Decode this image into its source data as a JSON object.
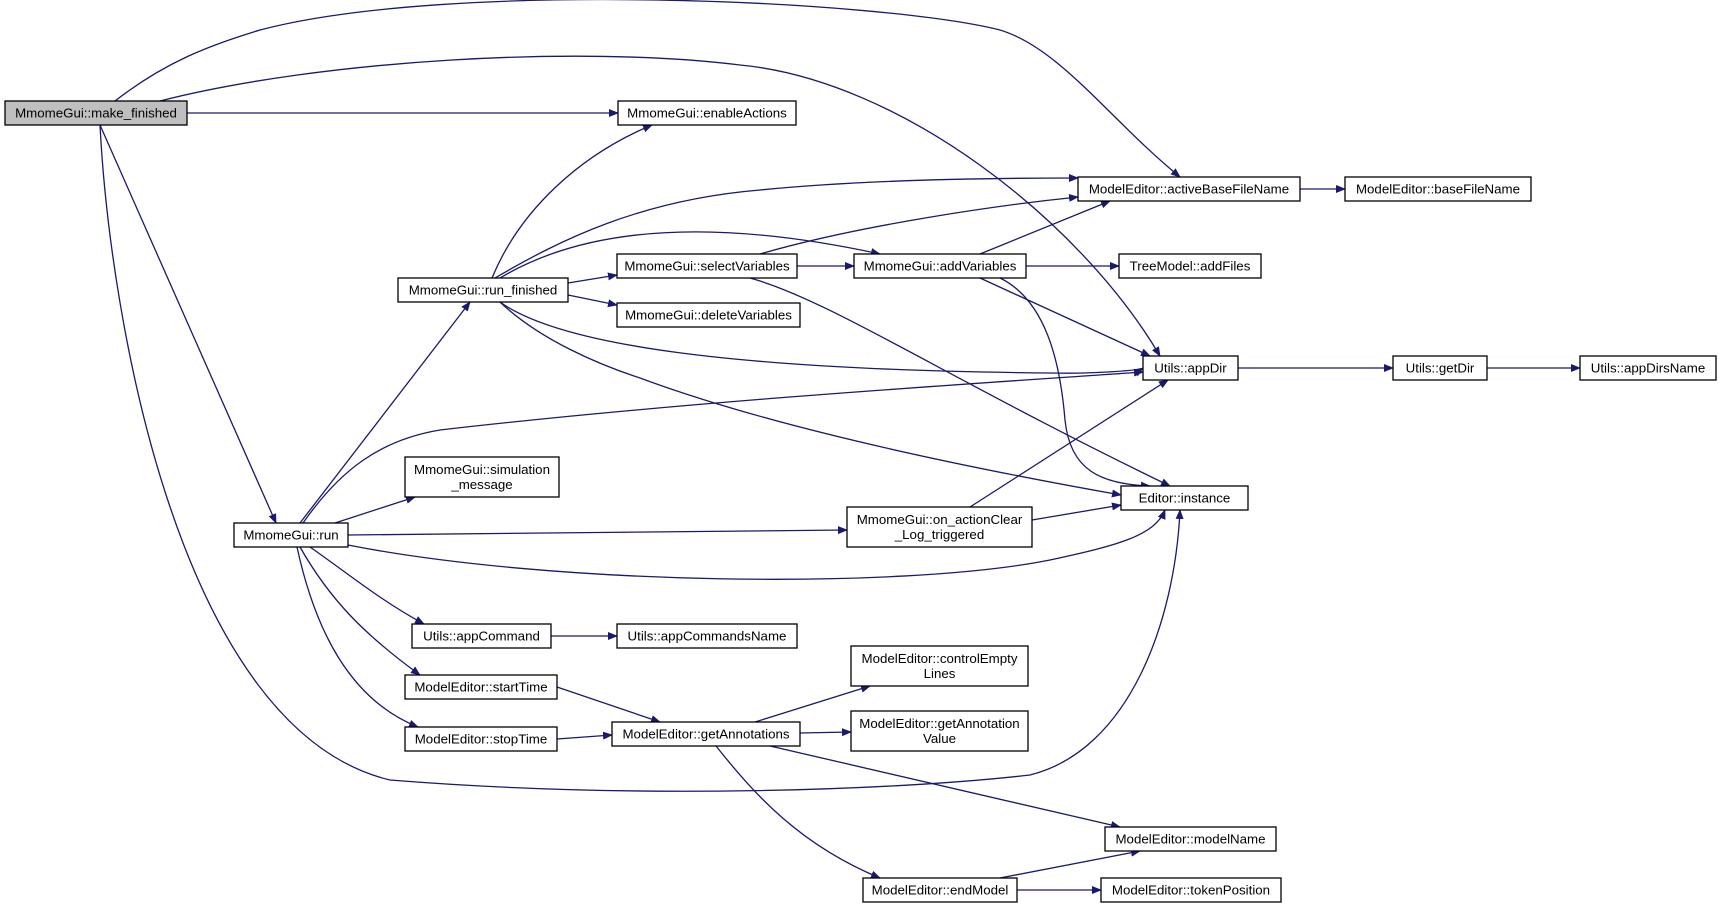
{
  "nodes": [
    {
      "id": "make_finished",
      "lines": [
        "MmomeGui::make_finished"
      ],
      "root": true
    },
    {
      "id": "enableActions",
      "lines": [
        "MmomeGui::enableActions"
      ]
    },
    {
      "id": "activeBaseFileName",
      "lines": [
        "ModelEditor::activeBaseFileName"
      ]
    },
    {
      "id": "baseFileName",
      "lines": [
        "ModelEditor::baseFileName"
      ]
    },
    {
      "id": "run_finished",
      "lines": [
        "MmomeGui::run_finished"
      ]
    },
    {
      "id": "selectVariables",
      "lines": [
        "MmomeGui::selectVariables"
      ]
    },
    {
      "id": "addVariables",
      "lines": [
        "MmomeGui::addVariables"
      ]
    },
    {
      "id": "addFiles",
      "lines": [
        "TreeModel::addFiles"
      ]
    },
    {
      "id": "deleteVariables",
      "lines": [
        "MmomeGui::deleteVariables"
      ]
    },
    {
      "id": "appDir",
      "lines": [
        "Utils::appDir"
      ]
    },
    {
      "id": "getDir",
      "lines": [
        "Utils::getDir"
      ]
    },
    {
      "id": "appDirsName",
      "lines": [
        "Utils::appDirsName"
      ]
    },
    {
      "id": "simulation_message",
      "lines": [
        "MmomeGui::simulation",
        "_message"
      ]
    },
    {
      "id": "instance",
      "lines": [
        "Editor::instance"
      ]
    },
    {
      "id": "run",
      "lines": [
        "MmomeGui::run"
      ]
    },
    {
      "id": "on_actionClear",
      "lines": [
        "MmomeGui::on_actionClear",
        "_Log_triggered"
      ]
    },
    {
      "id": "appCommand",
      "lines": [
        "Utils::appCommand"
      ]
    },
    {
      "id": "appCommandsName",
      "lines": [
        "Utils::appCommandsName"
      ]
    },
    {
      "id": "controlEmptyLines",
      "lines": [
        "ModelEditor::controlEmpty",
        "Lines"
      ]
    },
    {
      "id": "startTime",
      "lines": [
        "ModelEditor::startTime"
      ]
    },
    {
      "id": "getAnnotationValue",
      "lines": [
        "ModelEditor::getAnnotation",
        "Value"
      ]
    },
    {
      "id": "stopTime",
      "lines": [
        "ModelEditor::stopTime"
      ]
    },
    {
      "id": "getAnnotations",
      "lines": [
        "ModelEditor::getAnnotations"
      ]
    },
    {
      "id": "modelName",
      "lines": [
        "ModelEditor::modelName"
      ]
    },
    {
      "id": "endModel",
      "lines": [
        "ModelEditor::endModel"
      ]
    },
    {
      "id": "tokenPosition",
      "lines": [
        "ModelEditor::tokenPosition"
      ]
    }
  ],
  "edges": [
    {
      "from": "make_finished",
      "to": "enableActions"
    },
    {
      "from": "make_finished",
      "to": "activeBaseFileName"
    },
    {
      "from": "make_finished",
      "to": "appDir"
    },
    {
      "from": "make_finished",
      "to": "run"
    },
    {
      "from": "make_finished",
      "to": "instance"
    },
    {
      "from": "activeBaseFileName",
      "to": "baseFileName"
    },
    {
      "from": "run_finished",
      "to": "enableActions"
    },
    {
      "from": "run_finished",
      "to": "activeBaseFileName"
    },
    {
      "from": "run_finished",
      "to": "addVariables"
    },
    {
      "from": "run_finished",
      "to": "selectVariables"
    },
    {
      "from": "run_finished",
      "to": "deleteVariables"
    },
    {
      "from": "run_finished",
      "to": "appDir"
    },
    {
      "from": "run_finished",
      "to": "instance"
    },
    {
      "from": "selectVariables",
      "to": "activeBaseFileName"
    },
    {
      "from": "selectVariables",
      "to": "addVariables"
    },
    {
      "from": "selectVariables",
      "to": "instance"
    },
    {
      "from": "addVariables",
      "to": "activeBaseFileName"
    },
    {
      "from": "addVariables",
      "to": "addFiles"
    },
    {
      "from": "addVariables",
      "to": "appDir"
    },
    {
      "from": "addVariables",
      "to": "instance"
    },
    {
      "from": "appDir",
      "to": "getDir"
    },
    {
      "from": "getDir",
      "to": "appDirsName"
    },
    {
      "from": "run",
      "to": "run_finished"
    },
    {
      "from": "run",
      "to": "appDir"
    },
    {
      "from": "run",
      "to": "simulation_message"
    },
    {
      "from": "run",
      "to": "on_actionClear"
    },
    {
      "from": "run",
      "to": "instance"
    },
    {
      "from": "run",
      "to": "appCommand"
    },
    {
      "from": "run",
      "to": "startTime"
    },
    {
      "from": "run",
      "to": "stopTime"
    },
    {
      "from": "on_actionClear",
      "to": "appDir"
    },
    {
      "from": "on_actionClear",
      "to": "instance"
    },
    {
      "from": "appCommand",
      "to": "appCommandsName"
    },
    {
      "from": "startTime",
      "to": "getAnnotations"
    },
    {
      "from": "stopTime",
      "to": "getAnnotations"
    },
    {
      "from": "getAnnotations",
      "to": "controlEmptyLines"
    },
    {
      "from": "getAnnotations",
      "to": "getAnnotationValue"
    },
    {
      "from": "getAnnotations",
      "to": "modelName"
    },
    {
      "from": "getAnnotations",
      "to": "endModel"
    },
    {
      "from": "endModel",
      "to": "modelName"
    },
    {
      "from": "endModel",
      "to": "tokenPosition"
    }
  ],
  "colors": {
    "edge": "#191970",
    "root_fill": "#bfbfbf",
    "node_fill": "#ffffff",
    "border": "#000000"
  }
}
